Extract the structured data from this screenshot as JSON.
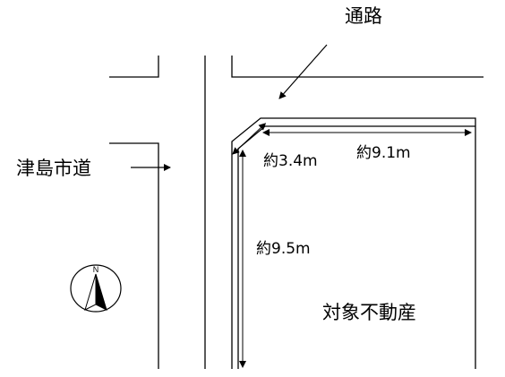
{
  "labels": {
    "passage": "通路",
    "city_road": "津島市道",
    "corner_cut": "約3.4m",
    "frontage": "約9.1m",
    "depth": "約9.5m",
    "property": "対象不動産",
    "north": "N"
  },
  "colors": {
    "line": "#000000",
    "background": "#ffffff"
  }
}
